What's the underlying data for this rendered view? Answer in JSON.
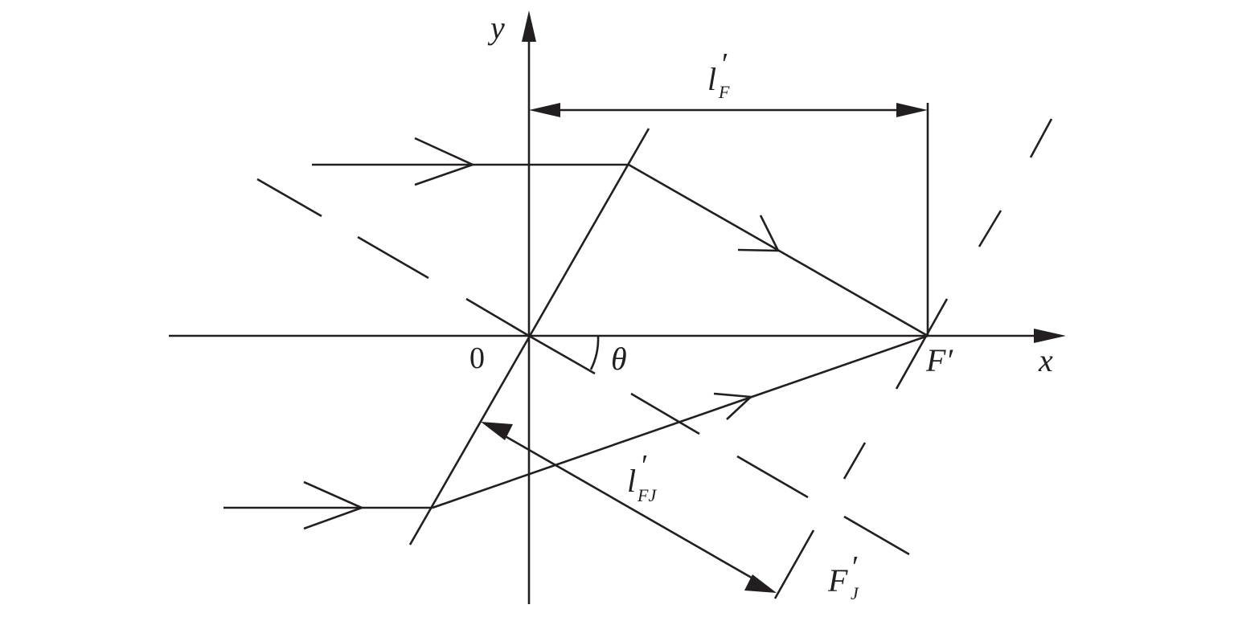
{
  "labels": {
    "y_axis": "y",
    "x_axis": "x",
    "origin": "0",
    "angle": "θ",
    "lF": {
      "main": "l",
      "prime": "′",
      "sub": "F"
    },
    "lFJ": {
      "main": "l",
      "prime": "′",
      "sub": "FJ"
    },
    "F_prime": "F′",
    "FJ_prime": {
      "main": "F",
      "prime": "′",
      "sub": "J"
    }
  }
}
